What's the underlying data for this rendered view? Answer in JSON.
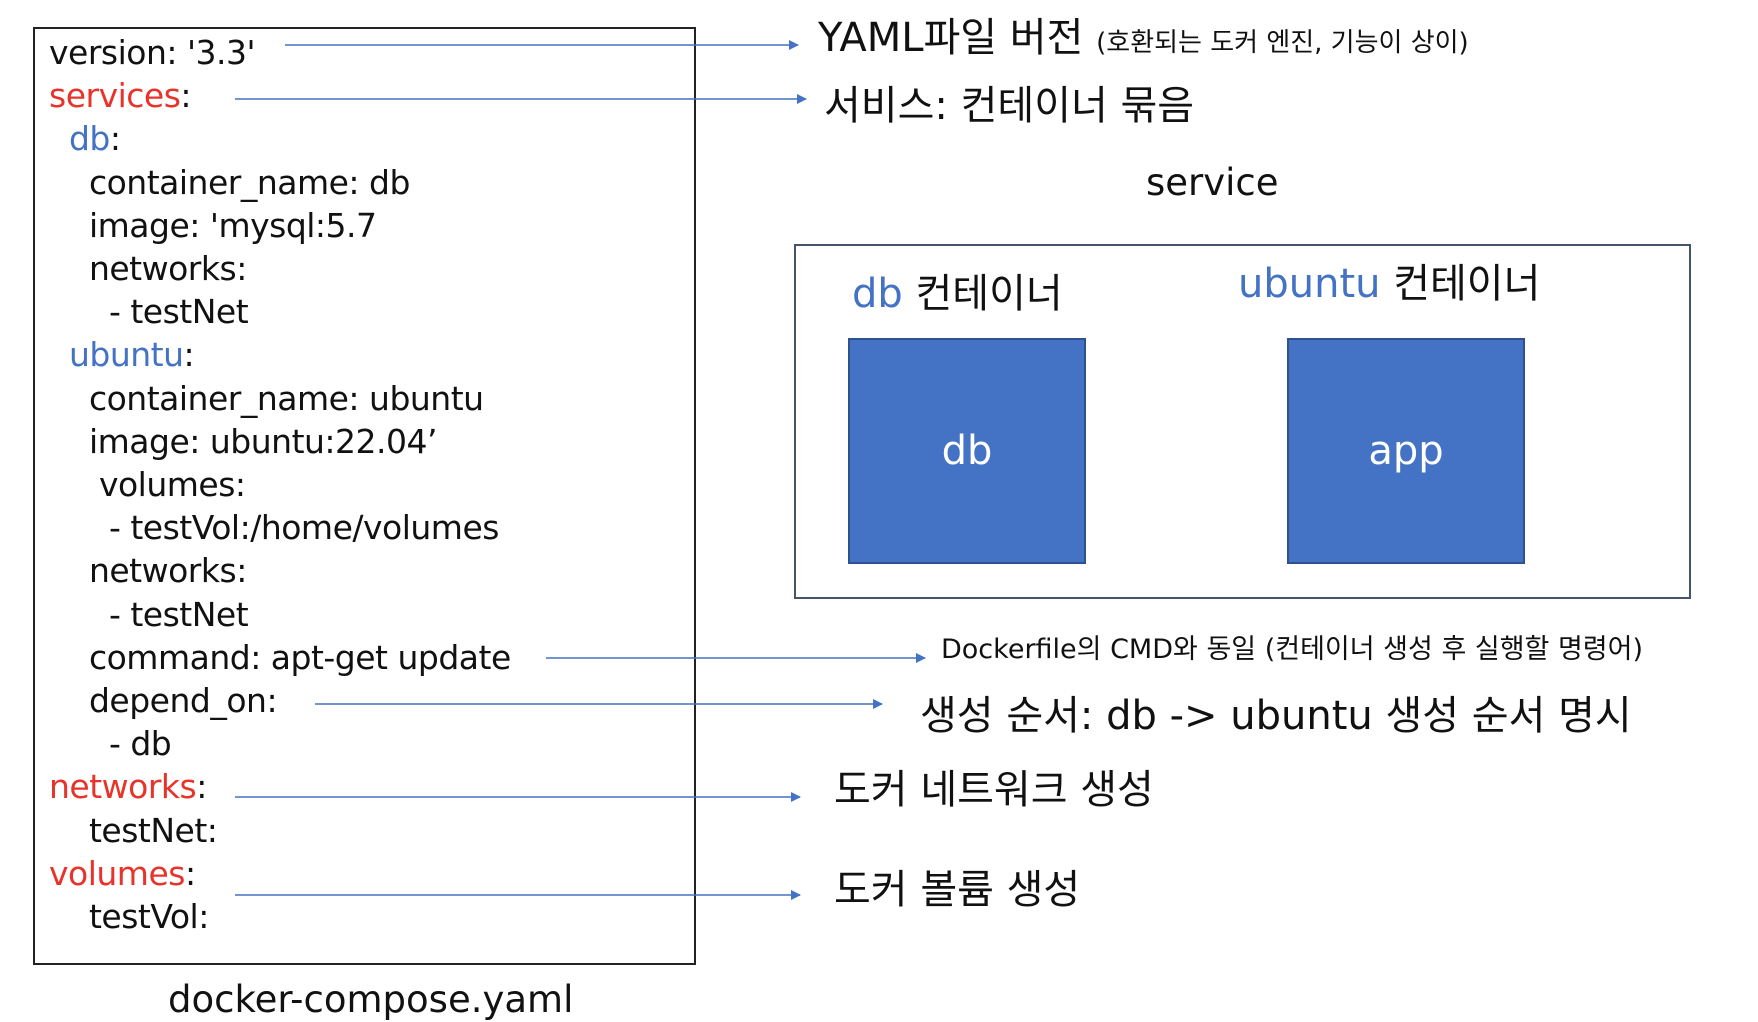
{
  "code": {
    "lines": [
      {
        "indent": "",
        "key": "version",
        "value": ": '3.3'",
        "kind": "plain"
      },
      {
        "indent": "",
        "key": "services",
        "value": ":",
        "kind": "top"
      },
      {
        "indent": "  ",
        "key": "db",
        "value": ":",
        "kind": "svc"
      },
      {
        "indent": "    ",
        "key": "container_name",
        "value": ": db",
        "kind": "plain"
      },
      {
        "indent": "    ",
        "key": "image",
        "value": ": 'mysql:5.7",
        "kind": "plain"
      },
      {
        "indent": "    ",
        "key": "networks",
        "value": ":",
        "kind": "plain"
      },
      {
        "indent": "      ",
        "key": "- testNet",
        "value": "",
        "kind": "plain"
      },
      {
        "indent": "  ",
        "key": "ubuntu",
        "value": ":",
        "kind": "svc"
      },
      {
        "indent": "    ",
        "key": "container_name",
        "value": ": ubuntu",
        "kind": "plain"
      },
      {
        "indent": "    ",
        "key": "image",
        "value": ": ubuntu:22.04’",
        "kind": "plain"
      },
      {
        "indent": "     ",
        "key": "volumes",
        "value": ":",
        "kind": "plain"
      },
      {
        "indent": "      ",
        "key": "- testVol:/home/volumes",
        "value": "",
        "kind": "plain"
      },
      {
        "indent": "    ",
        "key": "networks",
        "value": ":",
        "kind": "plain"
      },
      {
        "indent": "      ",
        "key": "- testNet",
        "value": "",
        "kind": "plain"
      },
      {
        "indent": "    ",
        "key": "command",
        "value": ": apt-get update",
        "kind": "plain"
      },
      {
        "indent": "    ",
        "key": "depend_on",
        "value": ":",
        "kind": "plain"
      },
      {
        "indent": "      ",
        "key": "- db",
        "value": "",
        "kind": "plain"
      },
      {
        "indent": "",
        "key": "networks",
        "value": ":",
        "kind": "top"
      },
      {
        "indent": "    ",
        "key": "testNet",
        "value": ":",
        "kind": "plain"
      },
      {
        "indent": "",
        "key": "volumes",
        "value": ":",
        "kind": "top"
      },
      {
        "indent": "    ",
        "key": "testVol",
        "value": ":",
        "kind": "plain"
      }
    ],
    "caption": "docker-compose.yaml"
  },
  "annotations": {
    "yaml_version_title": "YAML파일 버전",
    "yaml_version_note": "(호환되는 도커 엔진, 기능이 상이)",
    "services": "서비스: 컨테이너 묶음",
    "command": "Dockerfile의 CMD와 동일 (컨테이너 생성 후 실행할 명령어)",
    "depend_on": "생성 순서: db -> ubuntu 생성 순서 명시",
    "networks": "도커 네트워크 생성",
    "volumes": "도커 볼륨 생성"
  },
  "service_diagram": {
    "title": "service",
    "db_name": "db",
    "ubuntu_name": "ubuntu",
    "container_word": " 컨테이너",
    "db_box": "db",
    "app_box": "app"
  },
  "colors": {
    "top_key": "#e8332a",
    "service_key": "#4472c4",
    "box_fill": "#4472c4",
    "arrow": "#4472c4"
  }
}
